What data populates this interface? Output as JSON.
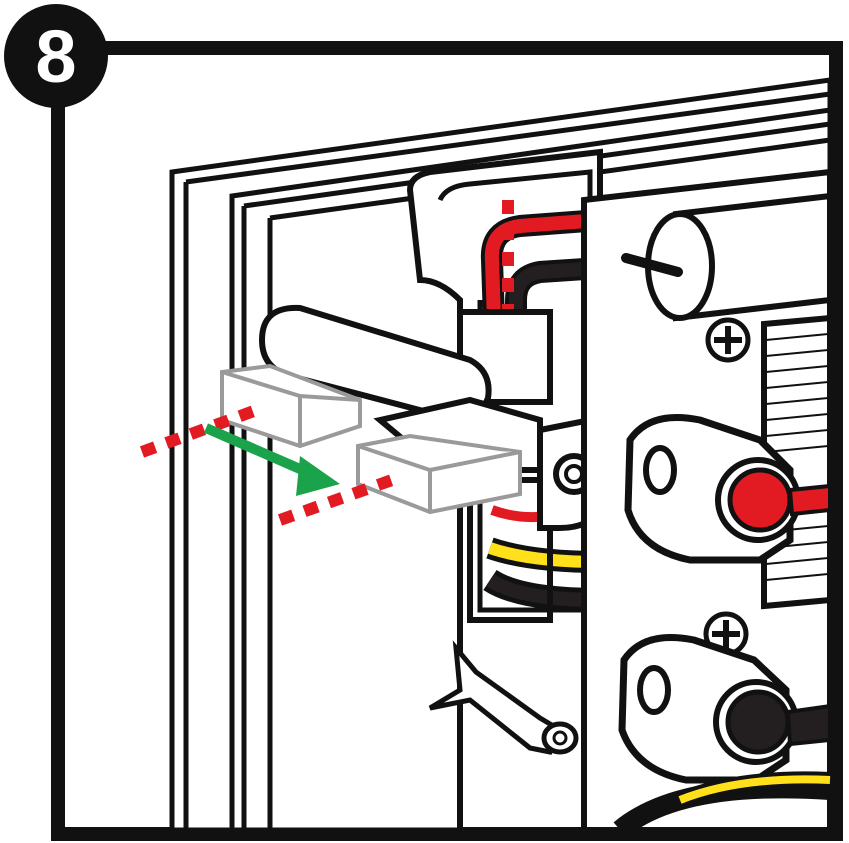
{
  "step": {
    "number": "8"
  },
  "colors": {
    "outline": "#111111",
    "background": "#ffffff",
    "wire_red": "#e21b23",
    "wire_black": "#231f20",
    "wire_yellow": "#ffe01b",
    "arrow_green": "#1aa34a",
    "cut_mark": "#e21b23",
    "ghost_connector": "#9a9a9a",
    "knob_red": "#e21b23",
    "knob_black": "#231f20"
  },
  "icons": {
    "badge": "step-number-badge",
    "arrow": "move-direction-arrow",
    "screw": "phillips-screw-icon"
  }
}
